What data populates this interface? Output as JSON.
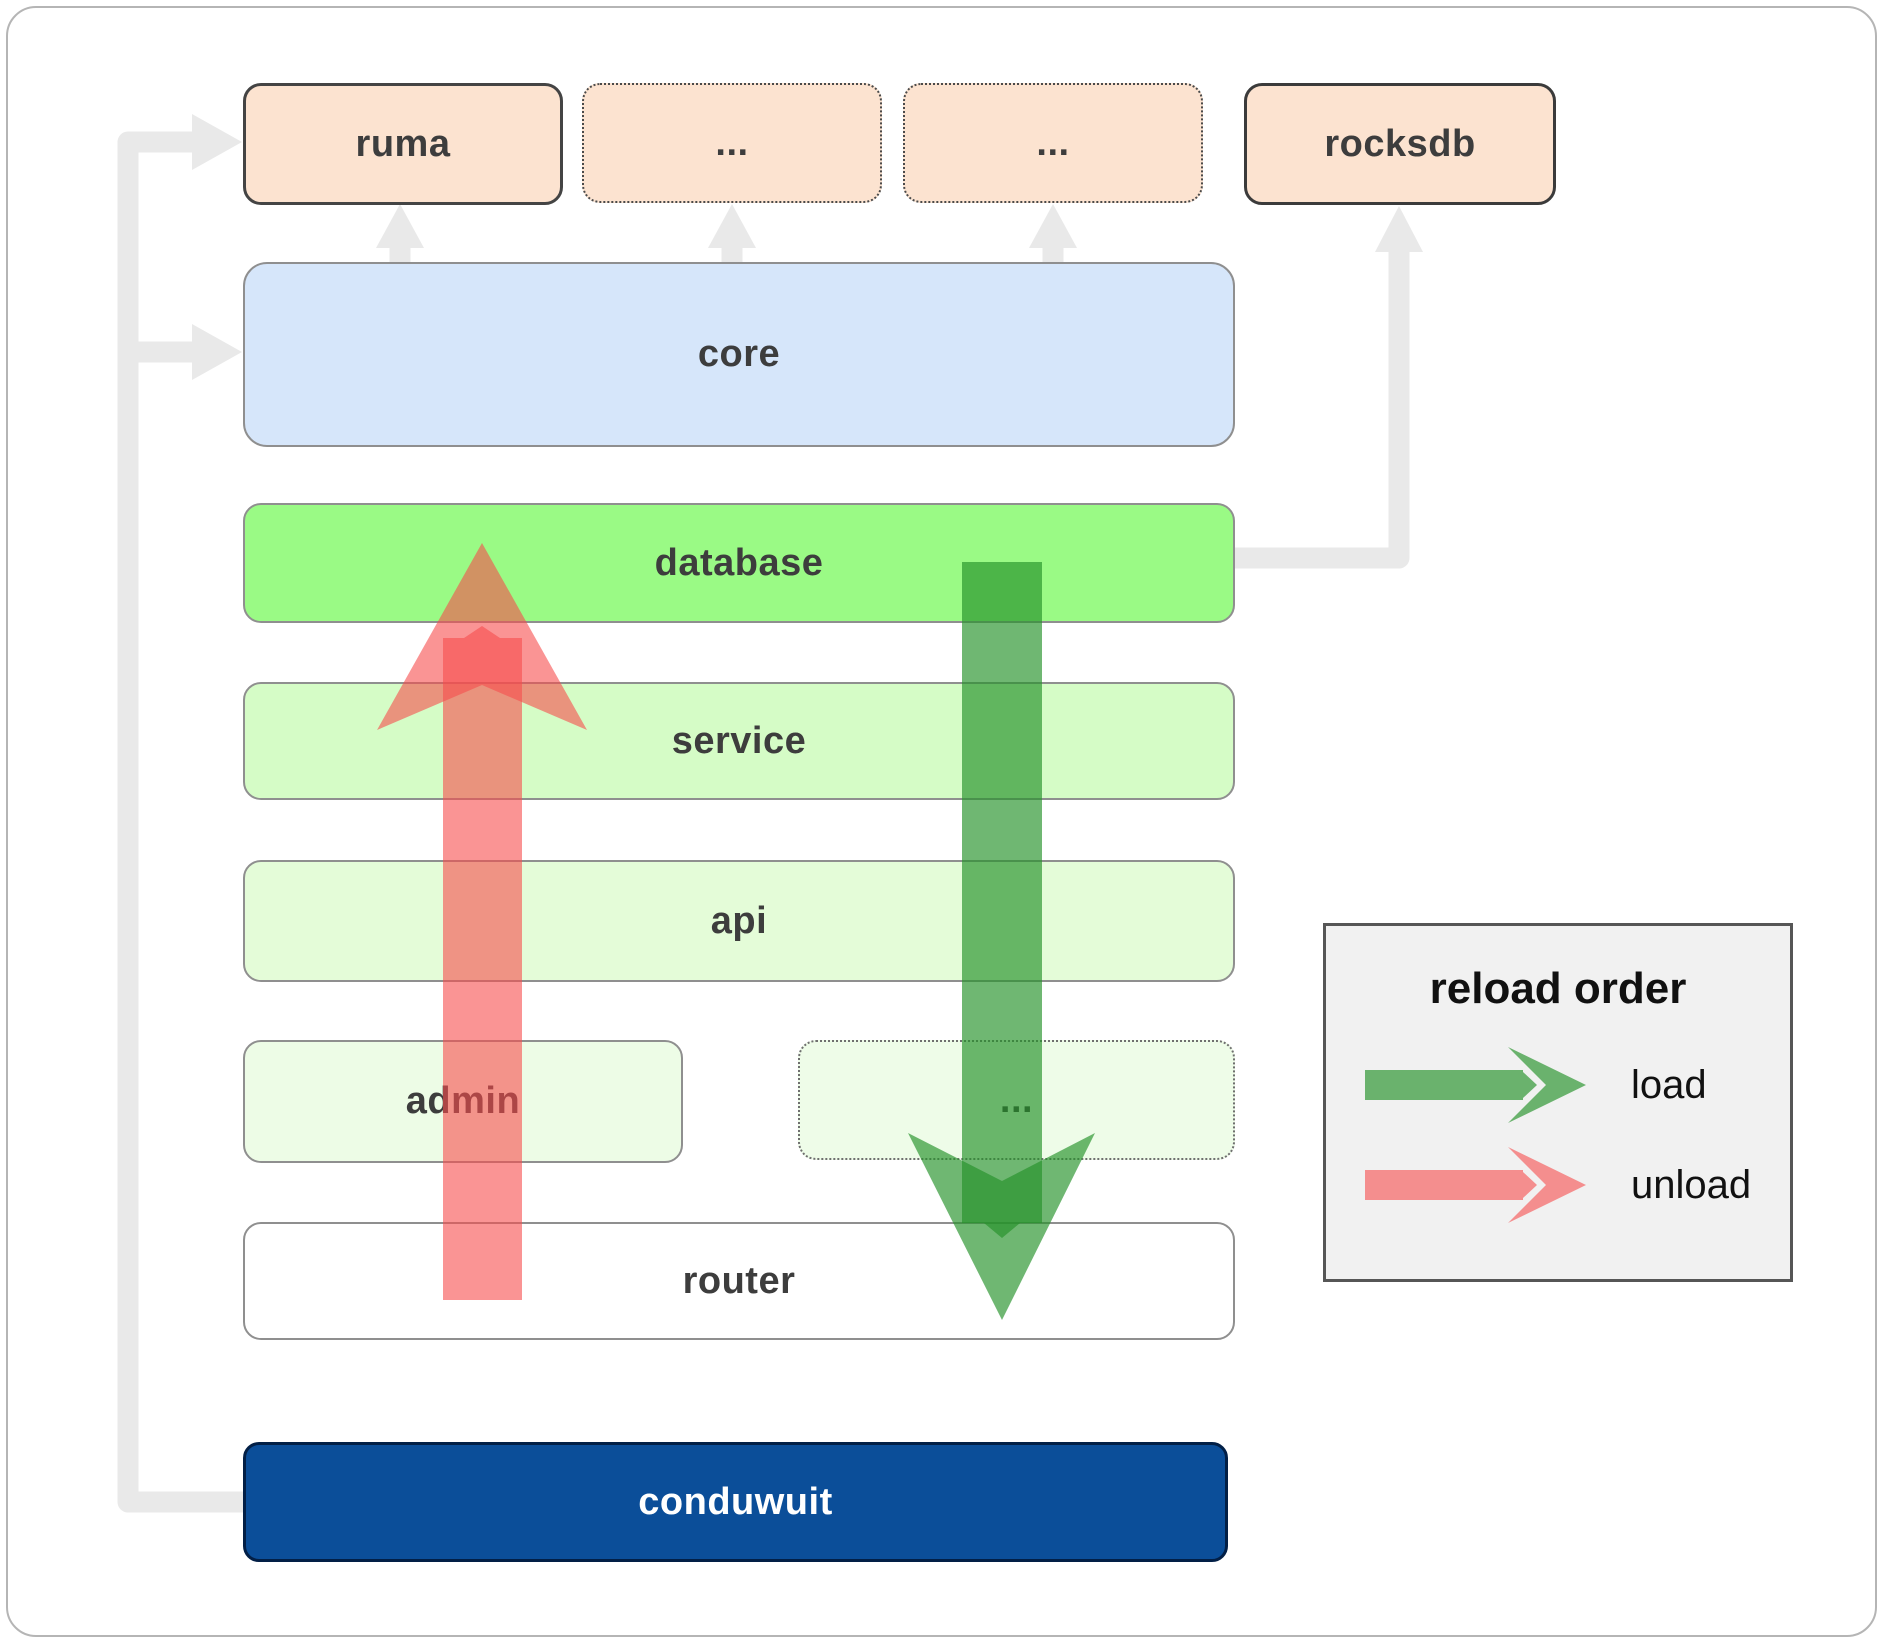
{
  "diagram": {
    "title": "conduwuit architecture / reload order diagram",
    "boxes": {
      "ruma": {
        "label": "ruma"
      },
      "ellipsis1": {
        "label": "..."
      },
      "ellipsis2": {
        "label": "..."
      },
      "rocksdb": {
        "label": "rocksdb"
      },
      "core": {
        "label": "core"
      },
      "database": {
        "label": "database"
      },
      "service": {
        "label": "service"
      },
      "api": {
        "label": "api"
      },
      "admin": {
        "label": "admin"
      },
      "ellipsis3": {
        "label": "..."
      },
      "router": {
        "label": "router"
      },
      "conduwuit": {
        "label": "conduwuit"
      }
    },
    "arrows": {
      "load": {
        "icon": "load-arrow-icon",
        "direction": "down",
        "from": "database",
        "to": "router"
      },
      "unload": {
        "icon": "unload-arrow-icon",
        "direction": "up",
        "from": "router",
        "to": "database"
      },
      "connectors": [
        {
          "icon": "elbow-arrow-icon",
          "from": "conduwuit",
          "to": "ruma"
        },
        {
          "icon": "elbow-arrow-icon",
          "from": "conduwuit",
          "to": "core"
        },
        {
          "icon": "up-arrow-icon",
          "from": "core",
          "to": "ruma"
        },
        {
          "icon": "up-arrow-icon",
          "from": "core",
          "to": "ellipsis1"
        },
        {
          "icon": "up-arrow-icon",
          "from": "core",
          "to": "ellipsis2"
        },
        {
          "icon": "elbow-arrow-icon",
          "from": "database",
          "to": "rocksdb"
        }
      ]
    }
  },
  "legend": {
    "title": "reload order",
    "items": [
      {
        "icon": "load-arrow-icon",
        "label": "load"
      },
      {
        "icon": "unload-arrow-icon",
        "label": "unload"
      }
    ]
  },
  "colors": {
    "load_arrow": "#259129",
    "unload_arrow": "#f74d4d",
    "connector_gray": "#e9e9e9",
    "ruma_fill": "#fce3d0",
    "ellipsis_top_fill": "#fce3d0",
    "rocksdb_fill": "#fce3d0",
    "core_fill": "#d6e6fa",
    "database_fill": "#9afa85",
    "service_fill": "#d5fcc6",
    "api_fill": "#e4fcd8",
    "admin_fill": "#edfce6",
    "ellipsis3_fill": "#eefce8",
    "router_fill": "#ffffff",
    "conduwuit_fill": "#0b4e99",
    "legend_fill": "#f1f1f1"
  }
}
